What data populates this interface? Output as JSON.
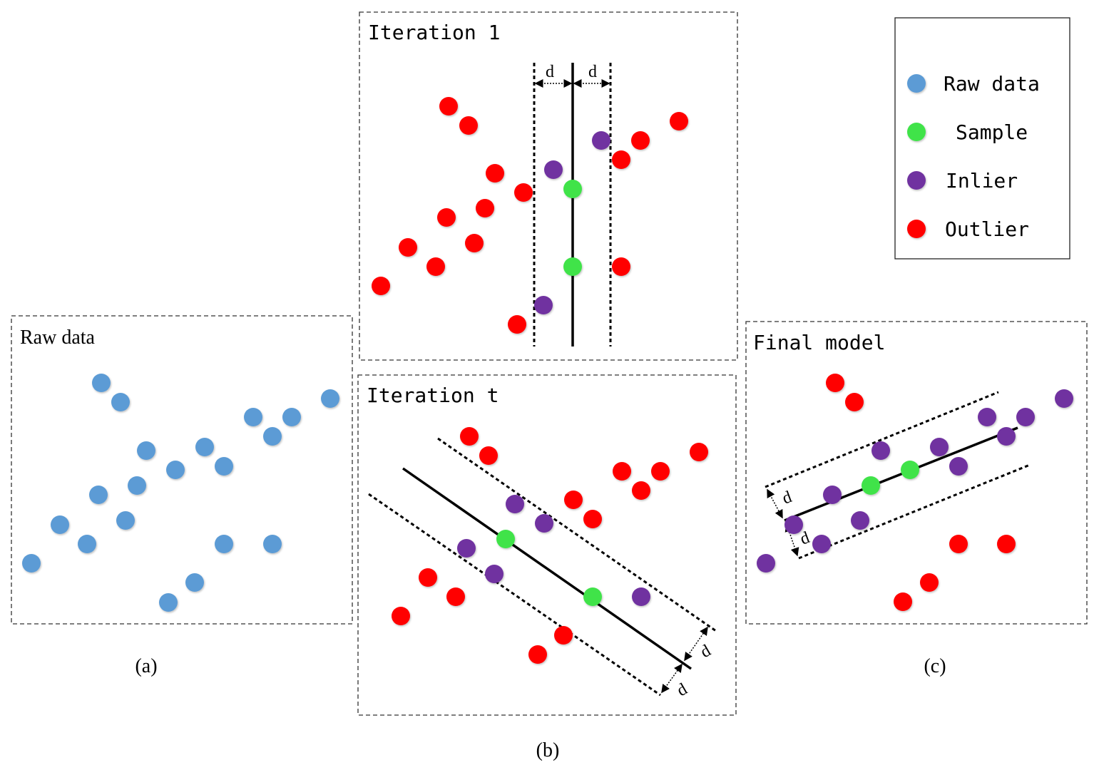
{
  "legend": {
    "items": [
      {
        "label": "Raw data",
        "color": "#5b9bd5",
        "key": "raw"
      },
      {
        "label": "Sample",
        "color": "#3fe34a",
        "key": "sample"
      },
      {
        "label": "Inlier",
        "color": "#7030a0",
        "key": "inlier"
      },
      {
        "label": "Outlier",
        "color": "#ff0000",
        "key": "outlier"
      }
    ]
  },
  "panels": {
    "raw": {
      "title": "Raw data",
      "caption": "(a)"
    },
    "iter1": {
      "title": "Iteration 1",
      "d_label": "d"
    },
    "itert": {
      "title": "Iteration t",
      "d_label": "d",
      "caption": "(b)"
    },
    "final": {
      "title": "Final model",
      "d_label": "d",
      "caption": "(c)"
    }
  }
}
